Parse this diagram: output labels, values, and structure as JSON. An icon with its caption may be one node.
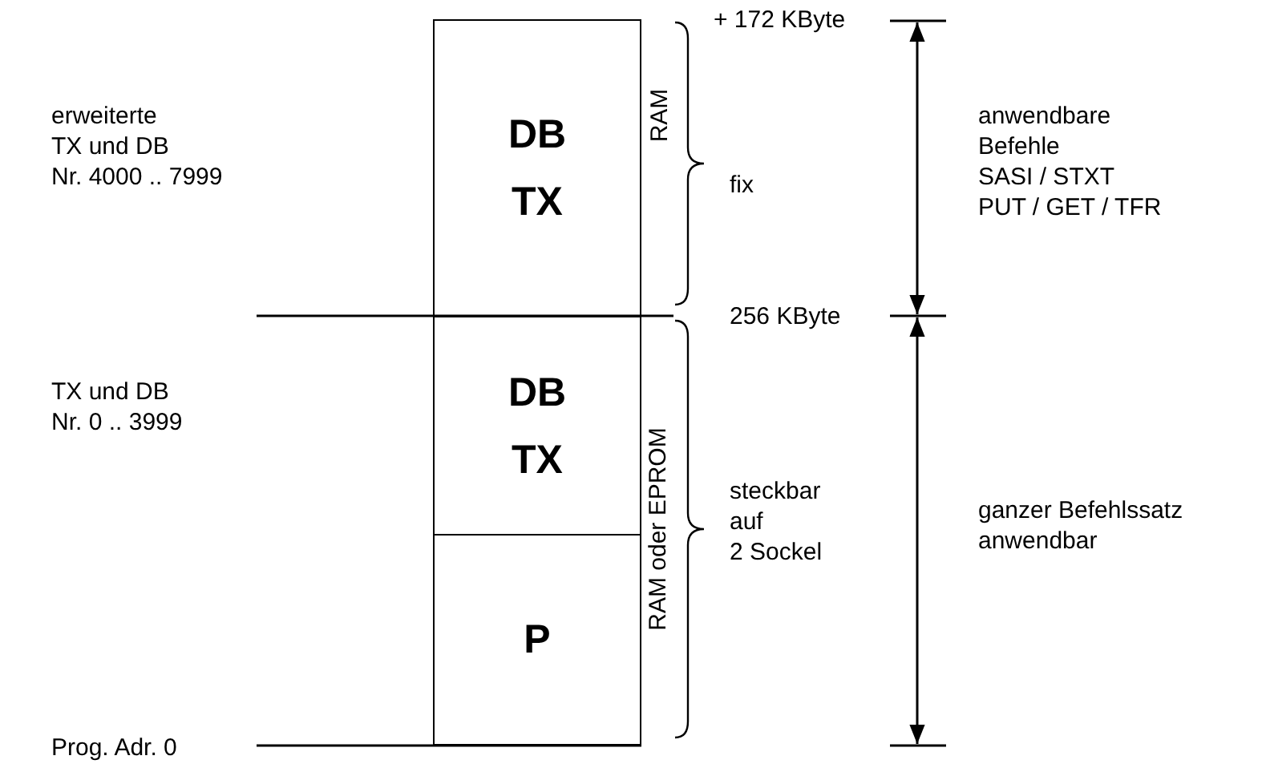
{
  "diagram": {
    "nodes": [
      {
        "text": [
          "DB",
          "TX"
        ]
      },
      {
        "text": [
          "DB",
          "TX"
        ]
      },
      {
        "text": [
          "P"
        ]
      }
    ],
    "labels": [
      "+ 172 KByte",
      "erweiterte",
      "TX und DB",
      "Nr. 4000 .. 7999",
      "RAM",
      "fix",
      "anwendbare",
      "Befehle",
      "SASI / STXT",
      "PUT / GET / TFR",
      "256 KByte",
      "TX und DB",
      "Nr. 0 .. 3999",
      "RAM oder EPROM",
      "steckbar",
      "auf",
      "2 Sockel",
      "ganzer Befehlssatz",
      "anwendbar",
      "Prog. Adr. 0"
    ]
  }
}
